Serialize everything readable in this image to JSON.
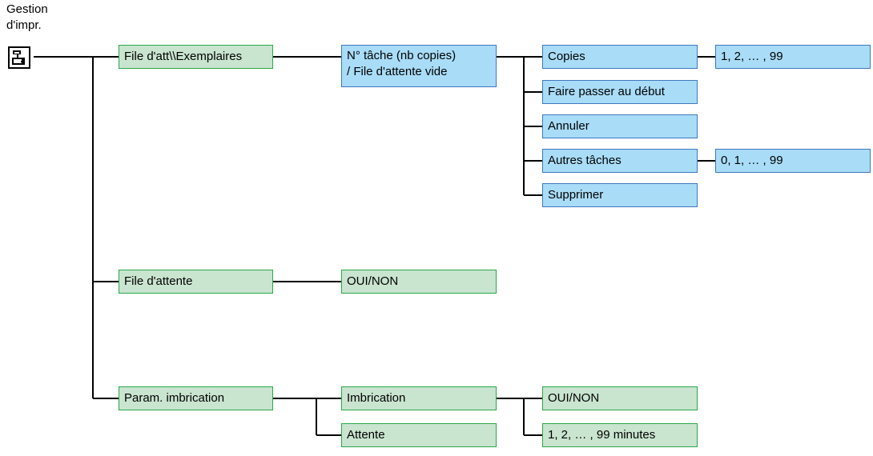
{
  "title": "Gestion\nd'impr.",
  "icon": "printer-queue-icon",
  "colors": {
    "blue_fill": "#a9dcf7",
    "blue_border": "#3f78c0",
    "green_fill": "#c9e4cf",
    "green_border": "#2aa84a",
    "line": "#000000"
  },
  "nodes": {
    "file_att_exemplaires": "File d'att\\\\Exemplaires",
    "num_tache": "N° tâche (nb copies)\n/ File d'attente vide",
    "copies": "Copies",
    "copies_range": "1, 2, … , 99",
    "faire_passer": "Faire passer au début",
    "annuler": "Annuler",
    "autres_taches": "Autres tâches",
    "autres_range": "0, 1, … , 99",
    "supprimer": "Supprimer",
    "file_attente": "File d'attente",
    "file_attente_oui_non": "OUI/NON",
    "param_imbrication": "Param. imbrication",
    "imbrication": "Imbrication",
    "attente": "Attente",
    "imbrication_oui_non": "OUI/NON",
    "attente_range": "1, 2, … , 99 minutes"
  }
}
